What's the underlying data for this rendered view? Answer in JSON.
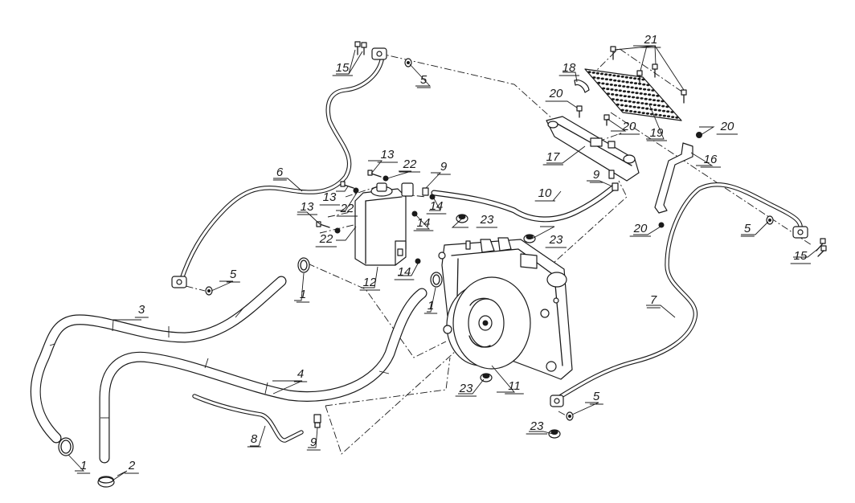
{
  "diagram": {
    "callouts": [
      {
        "id": "c1a",
        "text": "1"
      },
      {
        "id": "c1b",
        "text": "1"
      },
      {
        "id": "c1c",
        "text": "1"
      },
      {
        "id": "c2",
        "text": "2"
      },
      {
        "id": "c3",
        "text": "3"
      },
      {
        "id": "c4",
        "text": "4"
      },
      {
        "id": "c5a",
        "text": "5"
      },
      {
        "id": "c5b",
        "text": "5"
      },
      {
        "id": "c5c",
        "text": "5"
      },
      {
        "id": "c5d",
        "text": "5"
      },
      {
        "id": "c6",
        "text": "6"
      },
      {
        "id": "c7",
        "text": "7"
      },
      {
        "id": "c8",
        "text": "8"
      },
      {
        "id": "c9a",
        "text": "9"
      },
      {
        "id": "c9b",
        "text": "9"
      },
      {
        "id": "c9c",
        "text": "9"
      },
      {
        "id": "c10",
        "text": "10"
      },
      {
        "id": "c11",
        "text": "11"
      },
      {
        "id": "c12",
        "text": "12"
      },
      {
        "id": "c13a",
        "text": "13"
      },
      {
        "id": "c13b",
        "text": "13"
      },
      {
        "id": "c13c",
        "text": "13"
      },
      {
        "id": "c14a",
        "text": "14"
      },
      {
        "id": "c14b",
        "text": "14"
      },
      {
        "id": "c14c",
        "text": "14"
      },
      {
        "id": "c15a",
        "text": "15"
      },
      {
        "id": "c15b",
        "text": "15"
      },
      {
        "id": "c16",
        "text": "16"
      },
      {
        "id": "c17",
        "text": "17"
      },
      {
        "id": "c18",
        "text": "18"
      },
      {
        "id": "c19",
        "text": "19"
      },
      {
        "id": "c20a",
        "text": "20"
      },
      {
        "id": "c20b",
        "text": "20"
      },
      {
        "id": "c20c",
        "text": "20"
      },
      {
        "id": "c20d",
        "text": "20"
      },
      {
        "id": "c21",
        "text": "21"
      },
      {
        "id": "c22a",
        "text": "22"
      },
      {
        "id": "c22b",
        "text": "22"
      },
      {
        "id": "c22c",
        "text": "22"
      },
      {
        "id": "c23a",
        "text": "23"
      },
      {
        "id": "c23b",
        "text": "23"
      },
      {
        "id": "c23c",
        "text": "23"
      },
      {
        "id": "c23d",
        "text": "23"
      }
    ]
  }
}
